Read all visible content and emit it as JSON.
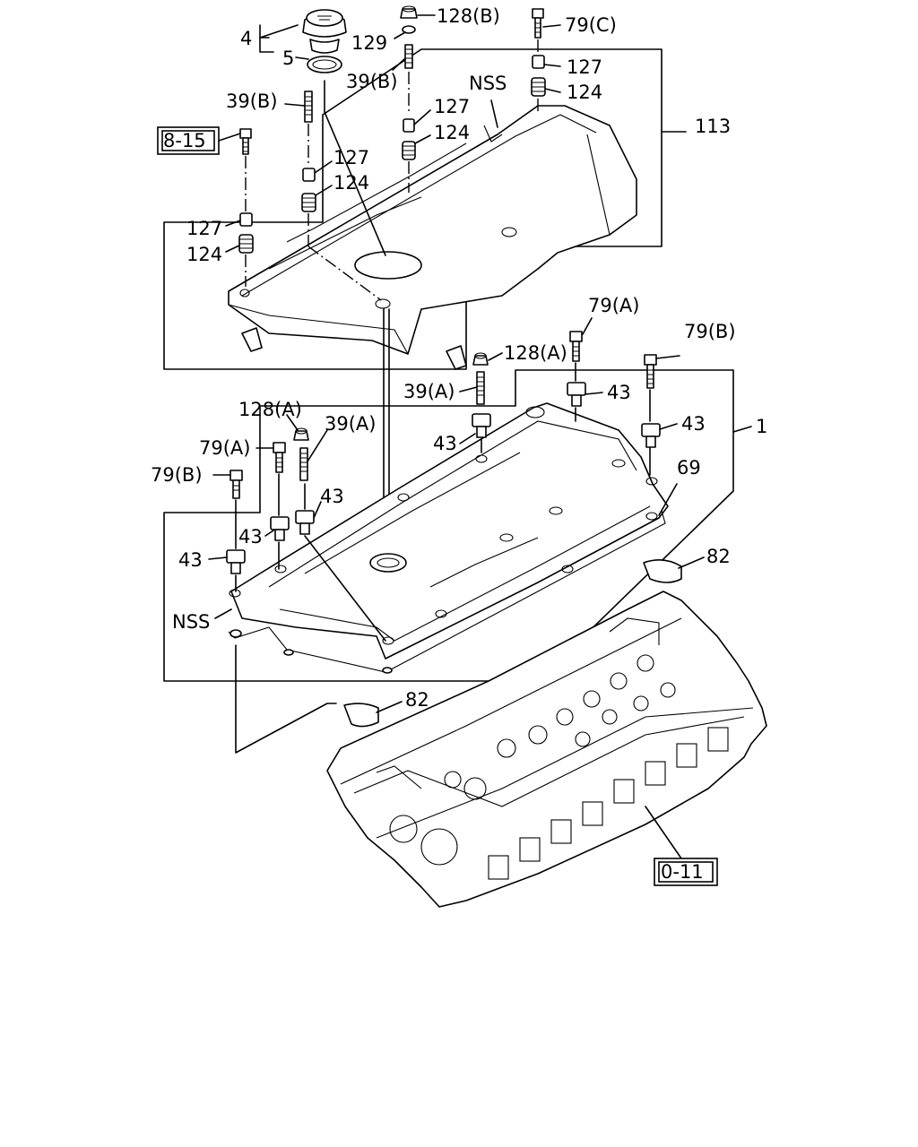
{
  "callouts": [
    {
      "id": "c4",
      "text": "4"
    },
    {
      "id": "c5",
      "text": "5"
    },
    {
      "id": "c128b",
      "text": "128(B)"
    },
    {
      "id": "c129",
      "text": "129"
    },
    {
      "id": "c39b_top",
      "text": "39(B)"
    },
    {
      "id": "c79c",
      "text": "79(C)"
    },
    {
      "id": "c127_a",
      "text": "127"
    },
    {
      "id": "c124_a",
      "text": "124"
    },
    {
      "id": "cnss_top",
      "text": "NSS"
    },
    {
      "id": "c39b_left",
      "text": "39(B)"
    },
    {
      "id": "c127_b",
      "text": "127"
    },
    {
      "id": "c124_b",
      "text": "124"
    },
    {
      "id": "c113",
      "text": "113"
    },
    {
      "id": "c127_c",
      "text": "127"
    },
    {
      "id": "c124_c",
      "text": "124"
    },
    {
      "id": "c127_d",
      "text": "127"
    },
    {
      "id": "c124_d",
      "text": "124"
    },
    {
      "id": "c79a_right",
      "text": "79(A)"
    },
    {
      "id": "c79b_right",
      "text": "79(B)"
    },
    {
      "id": "c128a_mid",
      "text": "128(A)"
    },
    {
      "id": "c39a_mid",
      "text": "39(A)"
    },
    {
      "id": "c43_r1",
      "text": "43"
    },
    {
      "id": "c43_r2",
      "text": "43"
    },
    {
      "id": "c1",
      "text": "1"
    },
    {
      "id": "c128a_left",
      "text": "128(A)"
    },
    {
      "id": "c39a_left",
      "text": "39(A)"
    },
    {
      "id": "c79a_left",
      "text": "79(A)"
    },
    {
      "id": "c43_m",
      "text": "43"
    },
    {
      "id": "c69",
      "text": "69"
    },
    {
      "id": "c79b_left",
      "text": "79(B)"
    },
    {
      "id": "c43_l1",
      "text": "43"
    },
    {
      "id": "c43_l2",
      "text": "43"
    },
    {
      "id": "c43_l3",
      "text": "43"
    },
    {
      "id": "c82_right",
      "text": "82"
    },
    {
      "id": "cnss_left",
      "text": "NSS"
    },
    {
      "id": "c82_left",
      "text": "82"
    }
  ],
  "references": [
    {
      "id": "r815",
      "text": "8-15"
    },
    {
      "id": "r011",
      "text": "0-11"
    }
  ]
}
